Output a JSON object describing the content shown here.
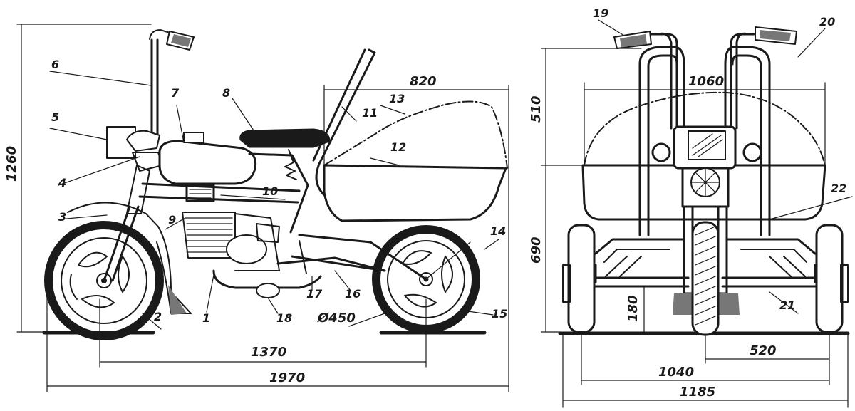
{
  "side_view": {
    "dimensions": {
      "overall_height": "1260",
      "wheelbase": "1370",
      "overall_length": "1970",
      "trunk_length": "820",
      "wheel_diameter": "Ø450"
    },
    "part_labels": [
      "6",
      "5",
      "4",
      "3",
      "7",
      "8",
      "11",
      "13",
      "12",
      "10",
      "9",
      "14",
      "2",
      "1",
      "18",
      "17",
      "16",
      "15"
    ]
  },
  "rear_view": {
    "dimensions": {
      "upper_height": "510",
      "trunk_width": "1060",
      "lower_height": "690",
      "ground_clearance": "180",
      "half_track": "520",
      "track": "1040",
      "overall_width": "1185"
    },
    "part_labels": [
      "19",
      "20",
      "22",
      "21"
    ]
  }
}
